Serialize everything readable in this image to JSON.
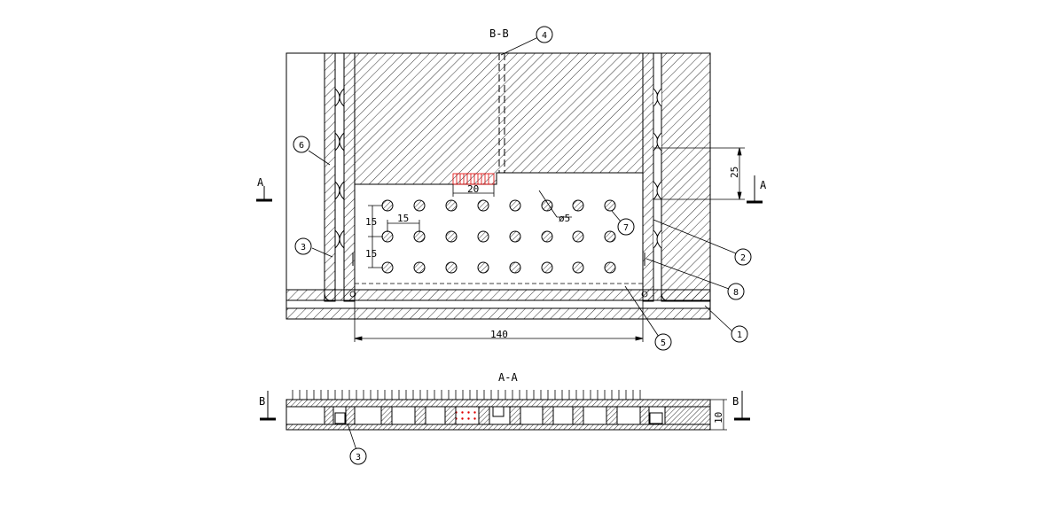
{
  "view_bb": {
    "title": "B-B"
  },
  "view_aa": {
    "title": "A-A"
  },
  "section_marks": {
    "a": "A",
    "b": "B"
  },
  "dimensions": {
    "width": "140",
    "height": "25",
    "pitch_x": "15",
    "pitch_y_1": "15",
    "pitch_y_2": "15",
    "length": "20",
    "diameter": "ø5",
    "thickness": "10"
  },
  "callouts": {
    "c1": "1",
    "c2": "2",
    "c3": "3",
    "c4": "4",
    "c5": "5",
    "c6": "6",
    "c7": "7",
    "c8": "8",
    "c3_lower": "3"
  },
  "colors": {
    "line": "#000000",
    "accent": "#e00000"
  }
}
